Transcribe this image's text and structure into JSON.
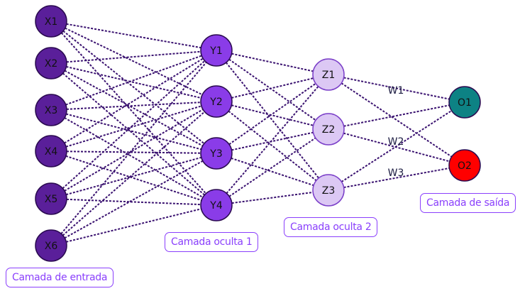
{
  "diagram": {
    "type": "neural-network",
    "colors": {
      "input": "#5a1f9a",
      "hidden1": "#8a3ce8",
      "hidden2": "#dcc8f4",
      "out1": "#0d8284",
      "out2": "#ff0000",
      "edge": "#3a1270",
      "box": "#8a3ffc"
    },
    "layers": [
      {
        "id": "input",
        "caption": "Camada de entrada",
        "nodes": [
          "X1",
          "X2",
          "X3",
          "X4",
          "X5",
          "X6"
        ]
      },
      {
        "id": "hidden1",
        "caption": "Camada oculta 1",
        "nodes": [
          "Y1",
          "Y2",
          "Y3",
          "Y4"
        ]
      },
      {
        "id": "hidden2",
        "caption": "Camada oculta 2",
        "nodes": [
          "Z1",
          "Z2",
          "Z3"
        ]
      },
      {
        "id": "output",
        "caption": "Camada de saída",
        "nodes": [
          "O1",
          "O2"
        ]
      }
    ],
    "weights": [
      "W1",
      "W2",
      "W3"
    ]
  }
}
